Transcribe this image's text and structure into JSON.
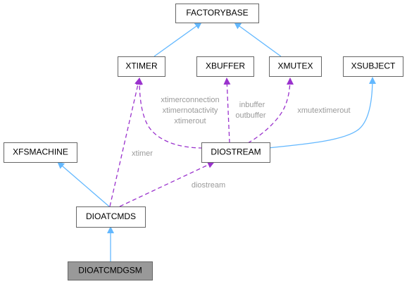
{
  "nodes": {
    "factorybase": "FACTORYBASE",
    "xtimer": "XTIMER",
    "xbuffer": "XBUFFER",
    "xmutex": "XMUTEX",
    "xsubject": "XSUBJECT",
    "xfsmachine": "XFSMACHINE",
    "diostream": "DIOSTREAM",
    "dioatcmds": "DIOATCMDS",
    "dioatcmdgsm": "DIOATCMDGSM"
  },
  "edge_labels": {
    "xtimerconnection": "xtimerconnection",
    "xtimernotactivity": "xtimernotactivity",
    "xtimerout": "xtimerout",
    "inbuffer": "inbuffer",
    "outbuffer": "outbuffer",
    "xmutextimerout": "xmutextimerout",
    "xtimer": "xtimer",
    "diostream": "diostream"
  },
  "colors": {
    "inheritance_edge": "#63b8ff",
    "usage_edge": "#9a32cd",
    "edge_label_text": "#9a9a9a",
    "highlight_node": "#999999"
  }
}
